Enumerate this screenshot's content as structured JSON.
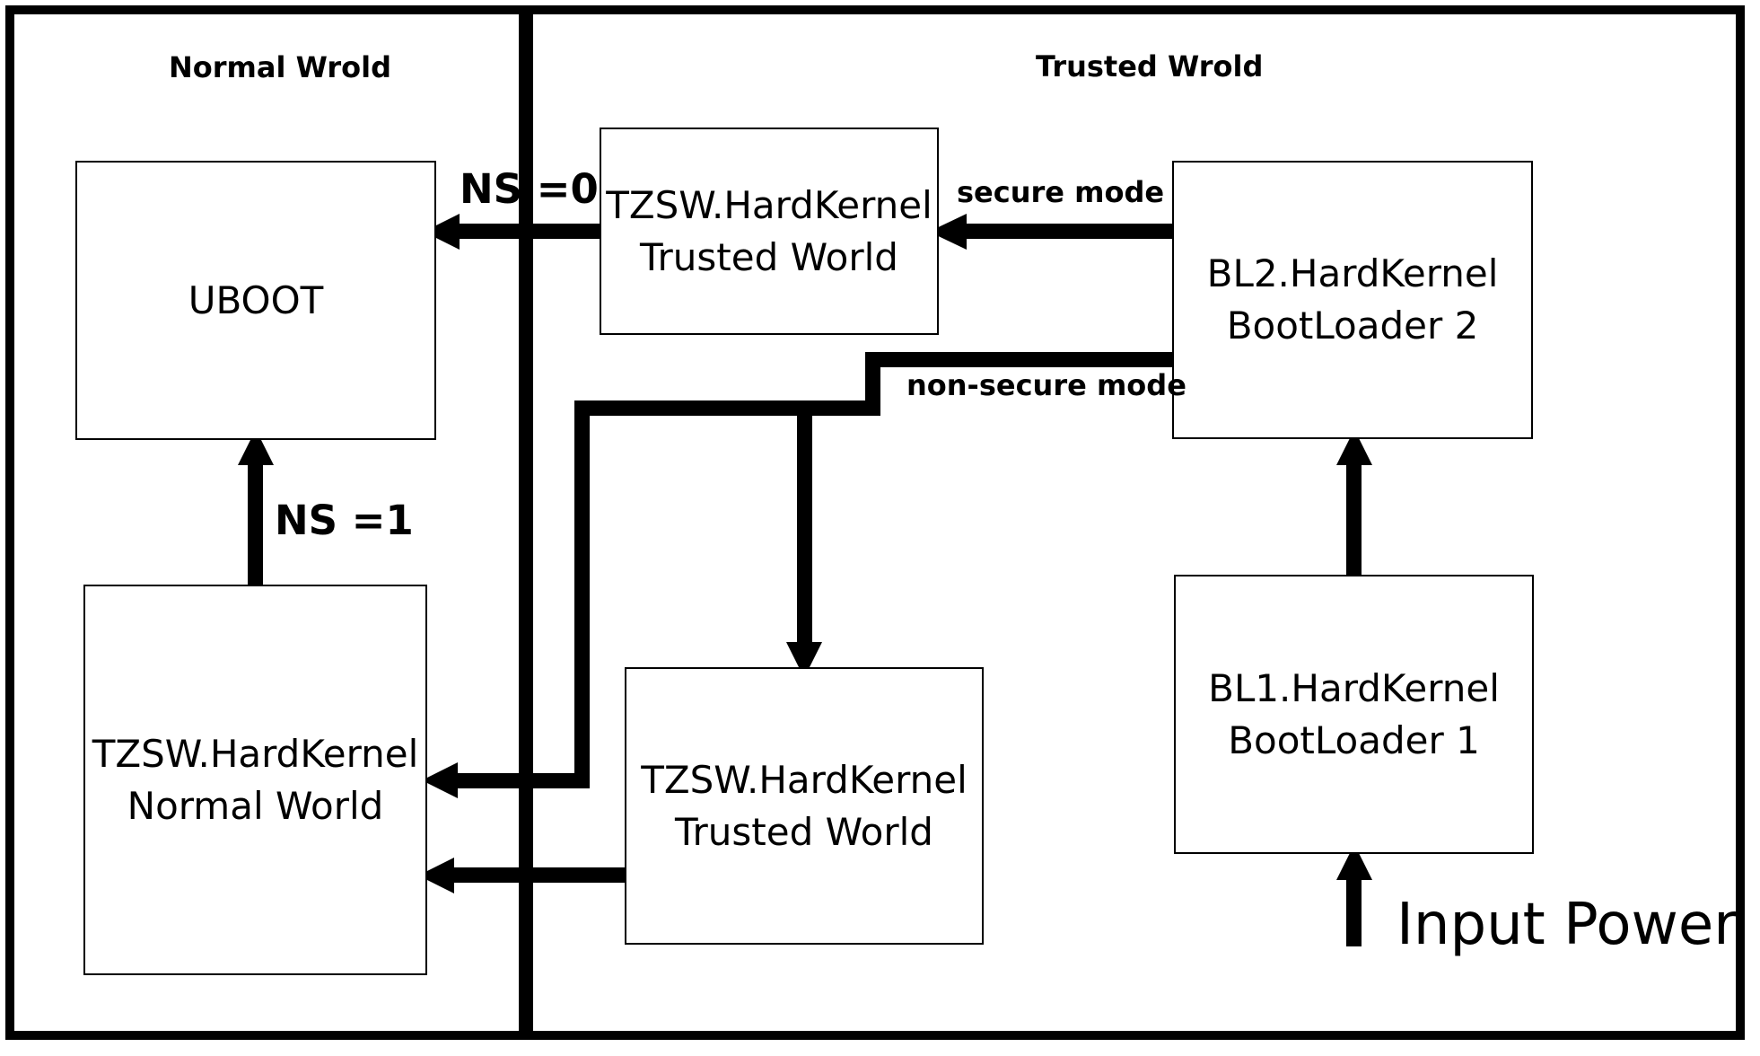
{
  "regions": {
    "normal_title": "Normal Wrold",
    "trusted_title": "Trusted Wrold"
  },
  "boxes": {
    "uboot": {
      "line1": "UBOOT"
    },
    "tzsw_normal": {
      "line1": "TZSW.HardKernel",
      "line2": "Normal World"
    },
    "tzsw_trusted_top": {
      "line1": "TZSW.HardKernel",
      "line2": "Trusted World"
    },
    "tzsw_trusted_bottom": {
      "line1": "TZSW.HardKernel",
      "line2": "Trusted World"
    },
    "bl2": {
      "line1": "BL2.HardKernel",
      "line2": "BootLoader 2"
    },
    "bl1": {
      "line1": "BL1.HardKernel",
      "line2": "BootLoader 1"
    }
  },
  "labels": {
    "ns0": "NS =0",
    "ns1": "NS =1",
    "secure_mode": "secure mode",
    "non_secure_mode": "non-secure mode",
    "input_power": "Input Power"
  },
  "colors": {
    "ink": "#000000",
    "background": "#ffffff"
  }
}
